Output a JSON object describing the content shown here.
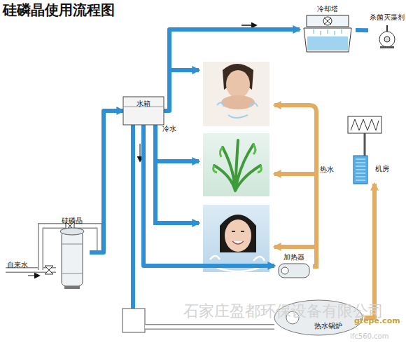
{
  "diagram": {
    "title": "硅磷晶使用流程图",
    "nodes": [
      {
        "text": [
          "冷却塔"
        ]
      },
      {
        "text": [
          "杀菌灭藻剂"
        ]
      },
      {
        "text": [
          "水箱"
        ]
      },
      {
        "text": [
          "机房"
        ]
      },
      {
        "text": [
          "硅磷晶"
        ]
      },
      {
        "text": [
          "加热器"
        ]
      },
      {
        "text": [
          "热水锅炉"
        ]
      }
    ],
    "edges": [
      {
        "from": 4,
        "to": 2,
        "arrow": "to"
      },
      {
        "from": 2,
        "to": 0,
        "arrow": "to"
      },
      {
        "from": 0,
        "to": 1,
        "arrow": "none"
      },
      {
        "from": 2,
        "to": 5,
        "arrow": "to"
      },
      {
        "from": 6,
        "to": 3,
        "arrow": "to"
      }
    ],
    "labels": [
      "冷水",
      "热水",
      "自来水",
      "石家庄盈都环保设备有限公司",
      "gtepe.com",
      "lfc560.com"
    ]
  }
}
